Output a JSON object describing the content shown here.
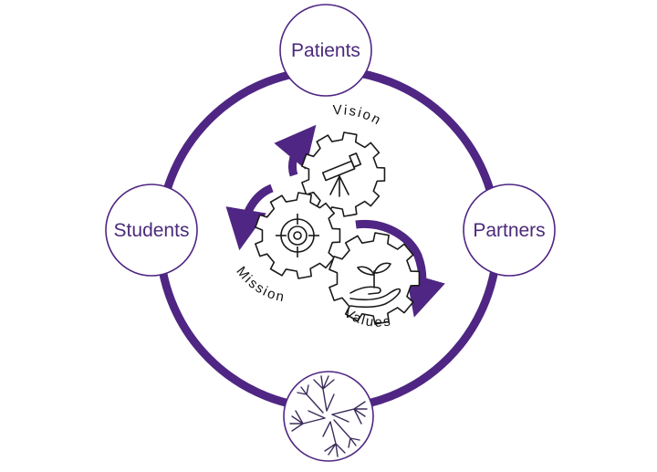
{
  "colors": {
    "ring": "#4f2683",
    "node_stroke": "#4f2683",
    "node_text": "#4b2a7a",
    "icon_stroke": "#1a1a1a",
    "background": "#ffffff"
  },
  "nodes": {
    "top": {
      "label": "Patients"
    },
    "left": {
      "label": "Students"
    },
    "right": {
      "label": "Partners"
    },
    "bottom": {
      "icon": "hands-icon"
    }
  },
  "gears": {
    "vision": {
      "label": "Vision",
      "icon": "telescope-icon"
    },
    "mission": {
      "label": "Mission",
      "icon": "target-icon"
    },
    "values": {
      "label": "Values",
      "icon": "plant-in-hand-icon"
    }
  }
}
